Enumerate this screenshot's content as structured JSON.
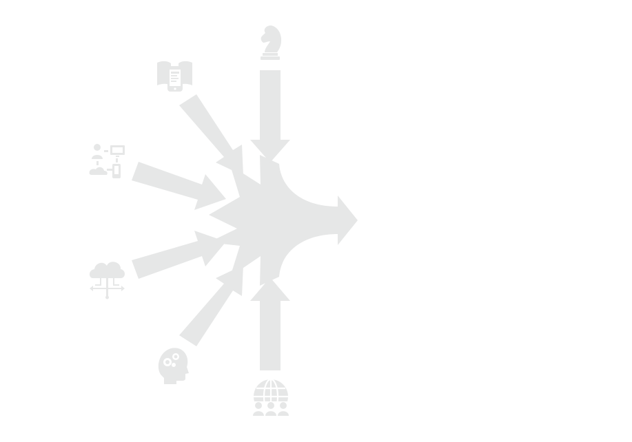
{
  "diagram": {
    "fill_color": "#e6e7e7",
    "background_color": "#ffffff",
    "nodes": [
      {
        "id": "strategy",
        "icon": "chess-knight-icon"
      },
      {
        "id": "mobile-reading",
        "icon": "book-phone-icon"
      },
      {
        "id": "user-devices",
        "icon": "user-device-network-icon"
      },
      {
        "id": "cloud-computing",
        "icon": "cloud-network-icon"
      },
      {
        "id": "thinking",
        "icon": "head-gears-icon"
      },
      {
        "id": "global-community",
        "icon": "globe-people-icon"
      }
    ],
    "arrows": [
      {
        "from": "strategy",
        "to": "center"
      },
      {
        "from": "mobile-reading",
        "to": "center"
      },
      {
        "from": "user-devices",
        "to": "center"
      },
      {
        "from": "cloud-computing",
        "to": "center"
      },
      {
        "from": "thinking",
        "to": "center"
      },
      {
        "from": "global-community",
        "to": "center"
      },
      {
        "from": "center",
        "to": "output"
      }
    ]
  }
}
